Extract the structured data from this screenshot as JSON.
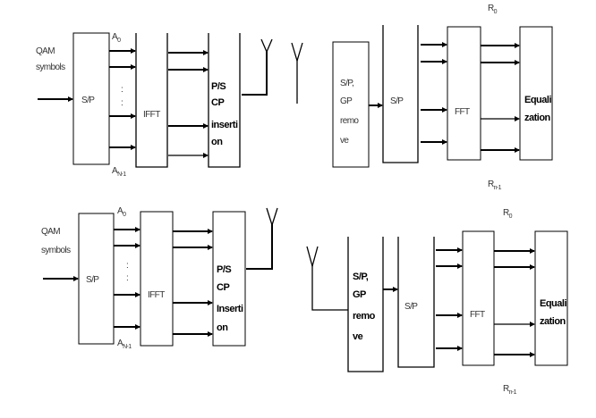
{
  "diagrams": {
    "tx_top": {
      "input_label_line1": "QAM",
      "input_label_line2": "symbols",
      "sp_label": "S/P",
      "ifft_label": "IFFT",
      "ps_label_lines": [
        "P/S",
        "CP",
        "inserti",
        "on"
      ],
      "a0_main": "A",
      "a0_sub": "0",
      "an_main": "A",
      "an_sub": "N-1",
      "dots": ":"
    },
    "rx_top": {
      "spgp_label_lines": [
        "S/P,",
        "GP",
        "remo",
        "ve"
      ],
      "sp_label": "S/P",
      "fft_label": "FFT",
      "eq_label_lines": [
        "Equali",
        "zation"
      ],
      "r0_main": "R",
      "r0_sub": "0",
      "rn_main": "R",
      "rn_sub": "n-1"
    },
    "tx_bottom": {
      "input_label_line1": "QAM",
      "input_label_line2": "symbols",
      "sp_label": "S/P",
      "ifft_label": "IFFT",
      "ps_label_lines": [
        "P/S",
        "CP",
        "Inserti",
        "on"
      ],
      "a0_main": "A",
      "a0_sub": "0",
      "an_main": "A",
      "an_sub": "N-1",
      "dots": ":"
    },
    "rx_bottom": {
      "spgp_label_lines": [
        "S/P,",
        "GP",
        "remo",
        "ve"
      ],
      "sp_label": "S/P",
      "fft_label": "FFT",
      "eq_label_lines": [
        "Equali",
        "zation"
      ],
      "r0_main": "R",
      "r0_sub": "0",
      "rn_main": "R",
      "rn_sub": "n-1"
    }
  }
}
